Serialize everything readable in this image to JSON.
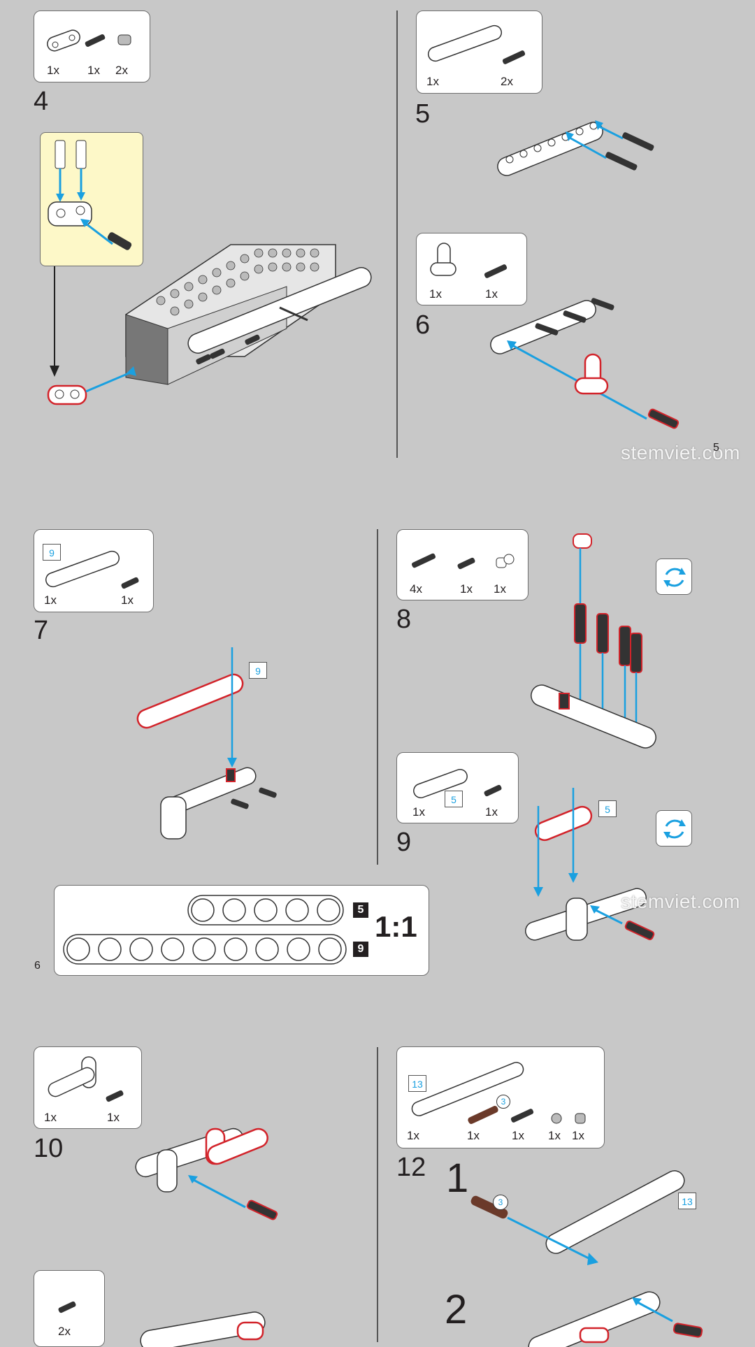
{
  "steps": {
    "s4": {
      "number": "4",
      "parts": [
        "1x",
        "1x",
        "2x"
      ]
    },
    "s5": {
      "number": "5",
      "parts": [
        "1x",
        "2x"
      ]
    },
    "s6": {
      "number": "6",
      "parts": [
        "1x",
        "1x"
      ]
    },
    "s7": {
      "number": "7",
      "parts": [
        "1x",
        "1x"
      ],
      "beam_tag": "9"
    },
    "s8": {
      "number": "8",
      "parts": [
        "4x",
        "1x",
        "1x"
      ]
    },
    "s9": {
      "number": "9",
      "parts": [
        "1x",
        "1x"
      ],
      "beam_tag": "5"
    },
    "s10": {
      "number": "10",
      "parts": [
        "1x",
        "1x"
      ]
    },
    "s11": {
      "parts": [
        "2x"
      ]
    },
    "s12": {
      "number": "12",
      "parts": [
        "1x",
        "1x",
        "1x",
        "1x",
        "1x"
      ],
      "beam_tag": "13",
      "axle_tag": "3",
      "substeps": [
        "1",
        "2"
      ]
    }
  },
  "scale_guide": {
    "ratio": "1:1",
    "labels": [
      "5",
      "9"
    ]
  },
  "watermarks": [
    "stemviet.com",
    "stemviet.com"
  ],
  "page_numbers": [
    "5",
    "6"
  ],
  "colors": {
    "background": "#c8c8c8",
    "arrow": "#1aa0e0",
    "highlight": "#d2232a",
    "callout": "#fdf8c8"
  }
}
